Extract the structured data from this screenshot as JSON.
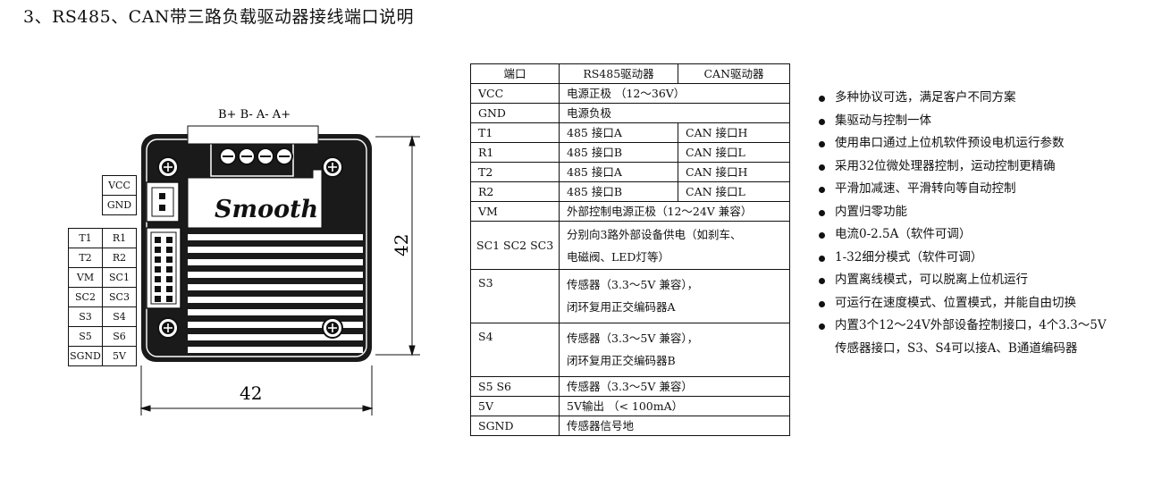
{
  "title": "3、RS485、CAN带三路负载驱动器接线端口说明",
  "drawing": {
    "terminal_labels": "B+ B- A- A+",
    "logo": "Smooth",
    "dim_width": "42",
    "dim_height": "42"
  },
  "pin_table": {
    "single": [
      "VCC",
      "GND"
    ],
    "pairs": [
      [
        "T1",
        "R1"
      ],
      [
        "T2",
        "R2"
      ],
      [
        "VM",
        "SC1"
      ],
      [
        "SC2",
        "SC3"
      ],
      [
        "S3",
        "S4"
      ],
      [
        "S5",
        "S6"
      ],
      [
        "SGND",
        "5V"
      ]
    ]
  },
  "port_table": {
    "headers": [
      "端口",
      "RS485驱动器",
      "CAN驱动器"
    ],
    "rows": [
      {
        "port": "VCC",
        "desc": "电源正极 （12～36V）"
      },
      {
        "port": "GND",
        "desc": "电源负极"
      },
      {
        "port": "T1",
        "rs485": "485 接口A",
        "can": "CAN 接口H"
      },
      {
        "port": "R1",
        "rs485": "485 接口B",
        "can": "CAN 接口L"
      },
      {
        "port": "T2",
        "rs485": "485 接口A",
        "can": "CAN 接口H"
      },
      {
        "port": "R2",
        "rs485": "485 接口B",
        "can": "CAN 接口L"
      },
      {
        "port": "VM",
        "desc": "外部控制电源正极（12～24V 兼容）"
      },
      {
        "port": "SC1 SC2 SC3",
        "desc1": "分别向3路外部设备供电（如刹车、",
        "desc2": "电磁阀、LED灯等）"
      },
      {
        "port": "S3",
        "desc1": "传感器（3.3～5V 兼容），",
        "desc2": "闭环复用正交编码器A"
      },
      {
        "port": "S4",
        "desc1": "传感器（3.3～5V 兼容），",
        "desc2": "闭环复用正交编码器B"
      },
      {
        "port": "S5 S6",
        "desc": "传感器（3.3～5V 兼容）"
      },
      {
        "port": "5V",
        "desc": "5V输出 （< 100mA）"
      },
      {
        "port": "SGND",
        "desc": "传感器信号地"
      }
    ]
  },
  "features": [
    "多种协议可选，满足客户不同方案",
    "集驱动与控制一体",
    "使用串口通过上位机软件预设电机运行参数",
    "采用32位微处理器控制，运动控制更精确",
    "平滑加减速、平滑转向等自动控制",
    "内置归零功能",
    "电流0-2.5A（软件可调）",
    "1-32细分模式（软件可调）",
    "内置离线模式，可以脱离上位机运行",
    "可运行在速度模式、位置模式，并能自由切换",
    "内置3个12～24V外部设备控制接口，4个3.3～5V",
    "传感器接口，S3、S4可以接A、B通道编码器"
  ],
  "colors": {
    "ink": "#111111",
    "board": "#1a1a1a",
    "fin_gap": "#ffffff"
  }
}
